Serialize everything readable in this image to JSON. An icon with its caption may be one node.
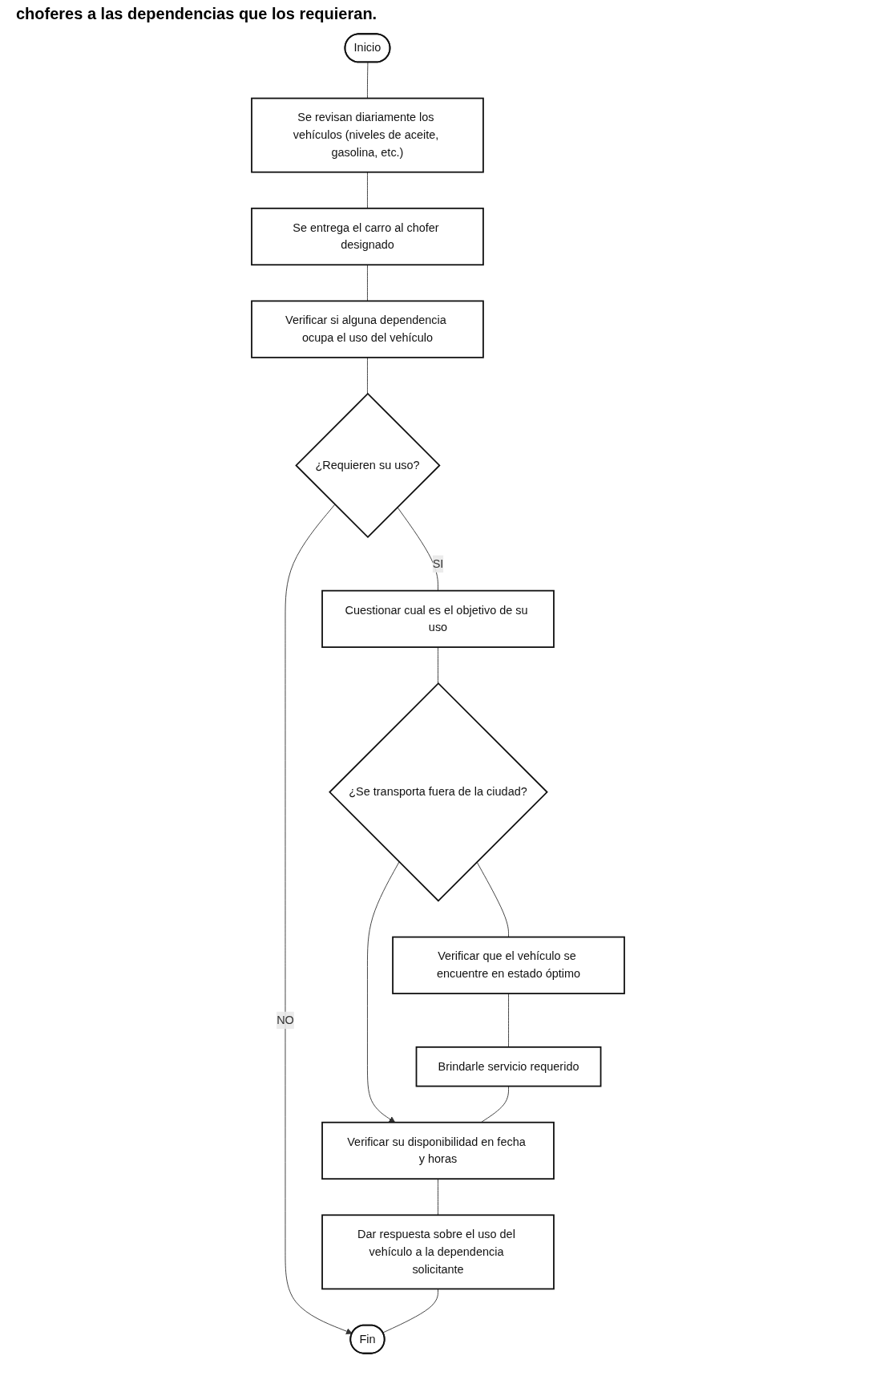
{
  "diagram": {
    "nodes": [
      {
        "text": [
          "Inicio"
        ]
      },
      {
        "text": [
          "Se revisan diariamente los vehículos (niveles de aceite, gasolina, etc.)"
        ]
      },
      {
        "text": [
          "Se entrega el carro al chofer designado"
        ]
      },
      {
        "text": [
          "Verificar si alguna dependencia ocupa el uso del vehículo"
        ]
      },
      {
        "text": [
          "¿Requieren su uso?"
        ]
      },
      {
        "text": [
          "Cuestionar cual es el objetivo de su uso"
        ]
      },
      {
        "text": [
          "¿Se transporta fuera de la ciudad?"
        ]
      },
      {
        "text": [
          "Verificar que el vehículo se encuentre en estado óptimo"
        ]
      },
      {
        "text": [
          "Brindarle servicio requerido"
        ]
      },
      {
        "text": [
          "Verificar su disponibilidad en fecha y horas"
        ]
      },
      {
        "text": [
          "Dar respuesta sobre el uso del vehículo a la dependencia solicitante"
        ]
      },
      {
        "text": [
          "Fin"
        ]
      }
    ],
    "edges": [
      {
        "from": 0,
        "to": 1,
        "arrow": "none"
      },
      {
        "from": 1,
        "to": 2,
        "arrow": "none"
      },
      {
        "from": 2,
        "to": 3,
        "arrow": "none"
      },
      {
        "from": 3,
        "to": 4,
        "arrow": "none"
      },
      {
        "from": 4,
        "to": 5,
        "arrow": "none",
        "label": "SI"
      },
      {
        "from": 4,
        "to": 11,
        "arrow": "to",
        "label": "NO"
      },
      {
        "from": 5,
        "to": 6,
        "arrow": "none"
      },
      {
        "from": 6,
        "to": 7,
        "arrow": "none"
      },
      {
        "from": 6,
        "to": 9,
        "arrow": "to"
      },
      {
        "from": 7,
        "to": 8,
        "arrow": "none"
      },
      {
        "from": 8,
        "to": 9,
        "arrow": "none"
      },
      {
        "from": 9,
        "to": 10,
        "arrow": "none"
      },
      {
        "from": 10,
        "to": 11,
        "arrow": "none"
      }
    ],
    "labels": [
      "choferes a las dependencias que los requieran."
    ]
  }
}
